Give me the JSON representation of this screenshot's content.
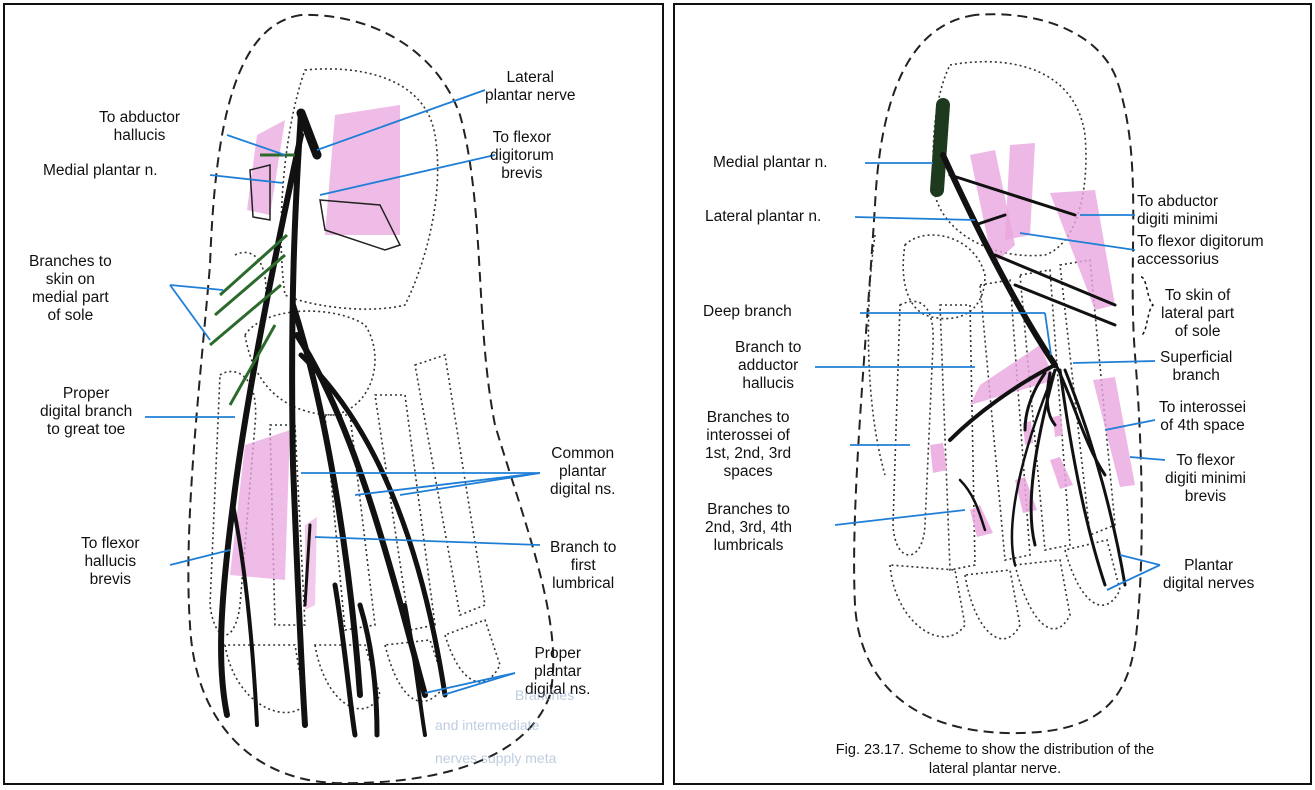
{
  "left_figure": {
    "labels": {
      "lateral_plantar_nerve": "Lateral\nplantar nerve",
      "to_abductor_hallucis": "To abductor\nhallucis",
      "to_flexor_digitorum_brevis": "To flexor\ndigitorum\nbrevis",
      "medial_plantar_n": "Medial plantar n.",
      "branches_to_skin_medial": "Branches to\nskin on\nmedial part\nof sole",
      "proper_digital_branch": "Proper\ndigital branch\nto great toe",
      "common_plantar_digital": "Common\nplantar\ndigital ns.",
      "to_flexor_hallucis_brevis": "To flexor\nhallucis\nbrevis",
      "branch_to_first_lumbrical": "Branch to\nfirst\nlumbrical",
      "proper_plantar_digital": "Proper\nplantar\ndigital ns."
    },
    "bleed_text": [
      "Branches",
      "and intermediate",
      "nerves supply meta"
    ]
  },
  "right_figure": {
    "labels": {
      "medial_plantar_n": "Medial plantar n.",
      "lateral_plantar_n": "Lateral plantar n.",
      "to_abductor_digiti_minimi": "To abductor\ndigiti minimi",
      "to_flexor_digitorum_accessorius": "To flexor digitorum\naccessorius",
      "to_skin_lateral": "To skin of\nlateral part\nof sole",
      "deep_branch": "Deep branch",
      "branch_to_adductor_hallucis": "Branch to\nadductor\nhallucis",
      "superficial_branch": "Superficial\nbranch",
      "to_interossei_4th": "To interossei\nof 4th space",
      "branches_to_interossei": "Branches to\ninterossei of\n1st, 2nd, 3rd\nspaces",
      "to_flexor_digiti_minimi_brevis": "To flexor\ndigiti minimi\nbrevis",
      "branches_to_lumbricals": "Branches to\n2nd, 3rd, 4th\nlumbricals",
      "plantar_digital_nerves": "Plantar\ndigital nerves"
    },
    "caption": "Fig. 23.17. Scheme to show the distribution of the\nlateral plantar nerve."
  },
  "colors": {
    "nerve": "#111111",
    "nerve_dark_green": "#1e3a1e",
    "leader": "#1f7fd6",
    "muscle": "#e9a6df",
    "outline": "#222222"
  }
}
